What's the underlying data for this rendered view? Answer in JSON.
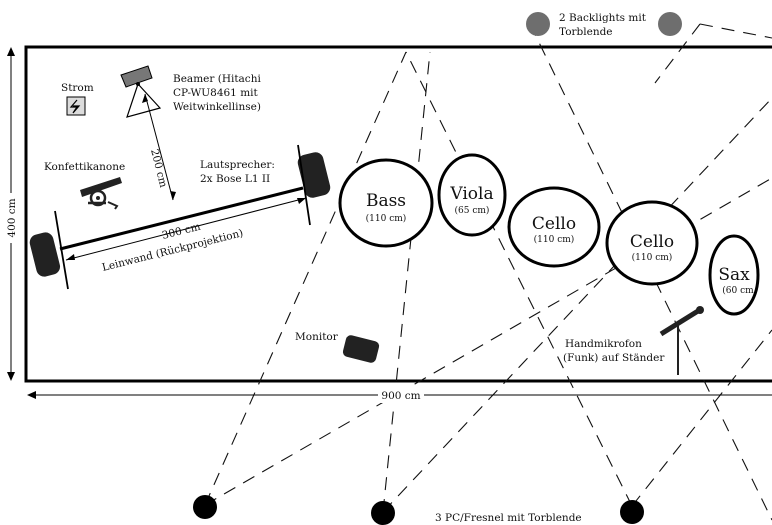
{
  "backlights": {
    "line1": "2 Backlights mit",
    "line2": "Torblende"
  },
  "strom": {
    "label": "Strom"
  },
  "beamer": {
    "line1": "Beamer (Hitachi",
    "line2": "CP-WU8461 mit",
    "line3": "Weitwinkellinse)"
  },
  "projection_distance": "200 cm",
  "konfetti": {
    "label": "Konfettikanone"
  },
  "speakers": {
    "line1": "Lautsprecher:",
    "line2": "2x Bose L1 II"
  },
  "screen": {
    "width": "300 cm",
    "label": "Leinwand (Rückprojektion)"
  },
  "instruments": [
    {
      "name": "Bass",
      "size": "(110 cm)"
    },
    {
      "name": "Viola",
      "size": "(65 cm)"
    },
    {
      "name": "Cello",
      "size": "(110 cm)"
    },
    {
      "name": "Cello",
      "size": "(110 cm)"
    },
    {
      "name": "Sax",
      "size": "(60 cm"
    }
  ],
  "monitor": {
    "label": "Monitor"
  },
  "mic": {
    "line1": "Handmikrofon",
    "line2": "(Funk) auf Ständer"
  },
  "dimensions": {
    "depth": "400 cm",
    "width": "900 cm"
  },
  "front_lights": {
    "label": "3 PC/Fresnel mit Torblende"
  }
}
